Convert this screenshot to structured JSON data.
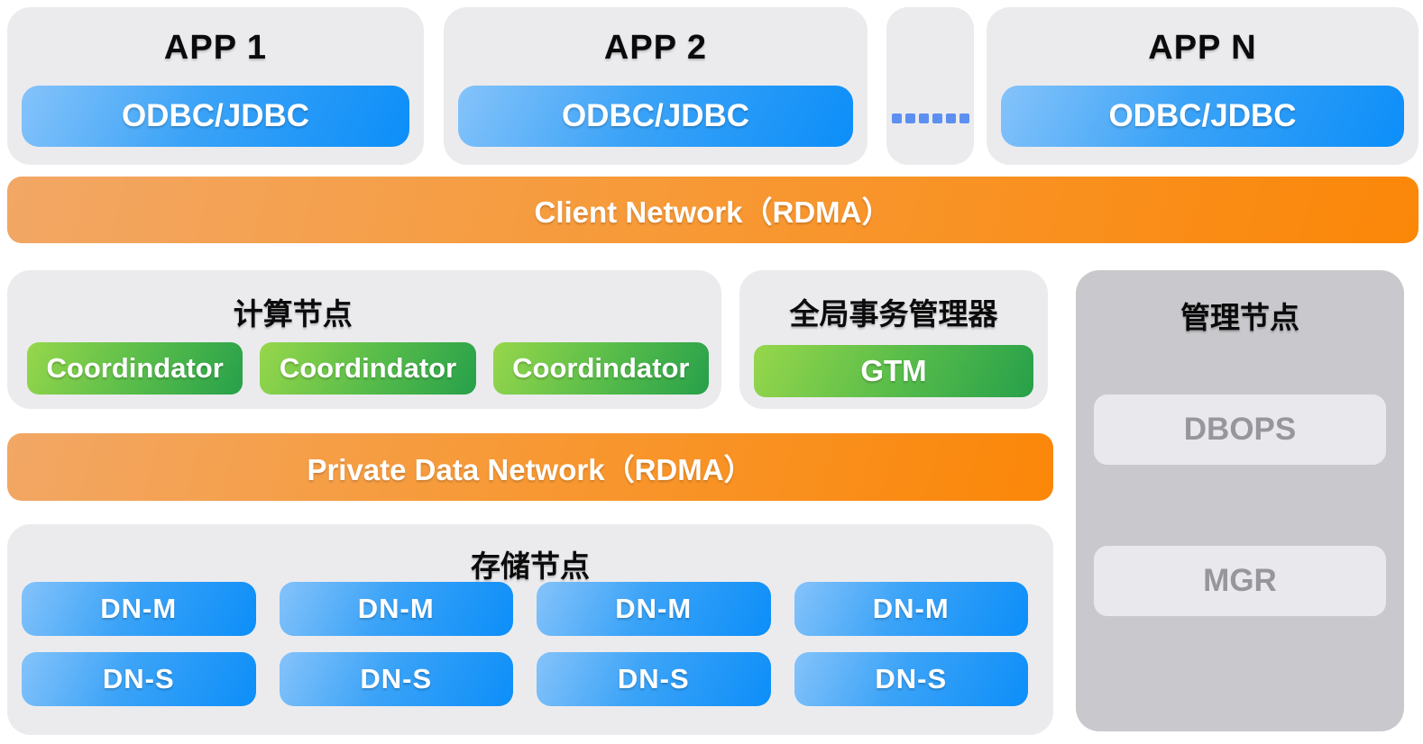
{
  "page": {
    "background": "#ffffff"
  },
  "colors": {
    "panel_bg": "#ebebee",
    "management_bg": "#c9c9cd",
    "management_pill_bg": "#e9e9ed",
    "management_pill_text": "#96969c",
    "blue_gradient": [
      "#85c3fa",
      "#0c8ef9"
    ],
    "green_gradient": [
      "#97d74b",
      "#27a04a"
    ],
    "orange_gradient": [
      "#f2a765",
      "#fb8708"
    ],
    "ellipsis_dot_color": "#5d8ff0",
    "title_text": "#0b0b0c",
    "pill_text": "#ffffff"
  },
  "apps": [
    {
      "title": "APP 1",
      "connector": "ODBC/JDBC"
    },
    {
      "title": "APP 2",
      "connector": "ODBC/JDBC"
    },
    {
      "title": "APP N",
      "connector": "ODBC/JDBC"
    }
  ],
  "ellipsis": {
    "dot_count": 6
  },
  "client_network": {
    "label": "Client Network（RDMA）"
  },
  "compute": {
    "title": "计算节点",
    "coordinators": [
      "Coordindator",
      "Coordindator",
      "Coordindator"
    ]
  },
  "gtm": {
    "title": "全局事务管理器",
    "label": "GTM"
  },
  "management": {
    "title": "管理节点",
    "tools": [
      "DBOPS",
      "MGR"
    ]
  },
  "private_network": {
    "label": "Private Data Network（RDMA）"
  },
  "storage": {
    "title": "存储节点",
    "primary_nodes": [
      "DN-M",
      "DN-M",
      "DN-M",
      "DN-M"
    ],
    "standby_nodes": [
      "DN-S",
      "DN-S",
      "DN-S",
      "DN-S"
    ]
  }
}
